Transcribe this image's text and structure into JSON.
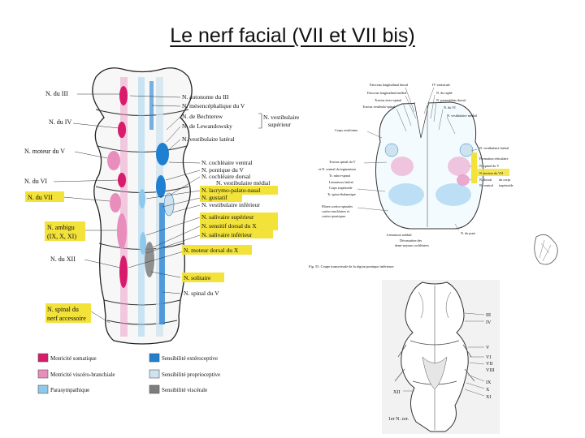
{
  "title": "Le nerf facial (VII et VII bis)",
  "left_diagram": {
    "left_labels": [
      {
        "text": "N. du III",
        "highlight": false
      },
      {
        "text": "N. du IV",
        "highlight": false
      },
      {
        "text": "N. moteur du V",
        "highlight": false
      },
      {
        "text": "N. du VI",
        "highlight": false
      },
      {
        "text": "N. du VII",
        "highlight": true
      },
      {
        "text": "N. ambigu",
        "highlight": true
      },
      {
        "text": "(IX, X, XI)",
        "highlight": true
      },
      {
        "text": "N. du XII",
        "highlight": false
      },
      {
        "text": "N. spinal du",
        "highlight": true
      },
      {
        "text": "nerf accessoire",
        "highlight": true
      }
    ],
    "right_labels": [
      {
        "text": "N. autonome du III",
        "highlight": false
      },
      {
        "text": "N. mésencéphalique du V",
        "highlight": false
      },
      {
        "text": "N. de Bechterew",
        "highlight": false
      },
      {
        "text": "N. de Lewandowsky",
        "highlight": false
      },
      {
        "text": "N. vestibulaire latéral",
        "highlight": false
      },
      {
        "text": "N. cochléaire ventral",
        "highlight": false
      },
      {
        "text": "N. pontique du V",
        "highlight": false
      },
      {
        "text": "N. cochléaire dorsal",
        "highlight": false
      },
      {
        "text": "N. vestibulaire médial",
        "highlight": false
      },
      {
        "text": "N. lacrymo-palato-nasal",
        "highlight": true
      },
      {
        "text": "N. gustatif",
        "highlight": true
      },
      {
        "text": "N. vestibulaire inférieur",
        "highlight": false
      },
      {
        "text": "N. salivaire supérieur",
        "highlight": true
      },
      {
        "text": "N. sensitif dorsal du X",
        "highlight": true
      },
      {
        "text": "N. salivaire inférieur",
        "highlight": true
      },
      {
        "text": "N. moteur dorsal du X",
        "highlight": true
      },
      {
        "text": "N. solitaire",
        "highlight": true
      },
      {
        "text": "N. spinal du V",
        "highlight": false
      }
    ],
    "bracket_labels": [
      "N. vestibulaire",
      "supérieur"
    ]
  },
  "legend": [
    {
      "text": "Motricité somatique",
      "color": "#d81b6a"
    },
    {
      "text": "Motricité viscéro-branchiale",
      "color": "#e98dbd"
    },
    {
      "text": "Parasympathique",
      "color": "#8ec9ec"
    },
    {
      "text": "Sensibilité extéroceptive",
      "color": "#1f7fd1"
    },
    {
      "text": "Sensibilité proprioceptive",
      "color": "#cfe3ef"
    },
    {
      "text": "Sensibilité viscérale",
      "color": "#7d7d7d"
    }
  ],
  "section_diagram": {
    "top_labels": [
      "Faisceau longitudinal dorsal",
      "IV ventricule",
      "Faisceau longitudinal médial",
      "N. du raphé",
      "Tractus tecto-spinal",
      "N. paramédian dorsal",
      "Tractus vestibulo-spinal",
      "N. du VI",
      "N. vestibulaire médial"
    ],
    "left_labels": [
      "Corps restiforme",
      "Tractus spinal du V",
      "et N. central du tegmentum",
      "Tr. rubro-spinal",
      "Lemniscus latéral",
      "Corps trapézoïde",
      "Tr. spino-thalamique",
      "Fibres cortico-spinales",
      "cortico-nucléaires et",
      "cortico-pontiques"
    ],
    "right_labels": [
      "N. vestibulaire latéral",
      "Formation réticulaire",
      "N. spinal du V",
      "N. moteur du VII",
      "N. dorsal",
      "N. ventral",
      "du corps",
      "trapézoïde",
      "N. du pont"
    ],
    "bottom_labels": [
      "Lemniscus médial",
      "Décussation des",
      "demi-noyaux cochléaires"
    ],
    "caption": "Fig. 55. Coupe transversale de la région pontique inférieure"
  },
  "brainstem_diagram": {
    "labels": [
      "III",
      "IV",
      "V",
      "VI",
      "VII",
      "VIII",
      "IX",
      "X",
      "XI",
      "XII",
      "1er N. cer."
    ]
  }
}
